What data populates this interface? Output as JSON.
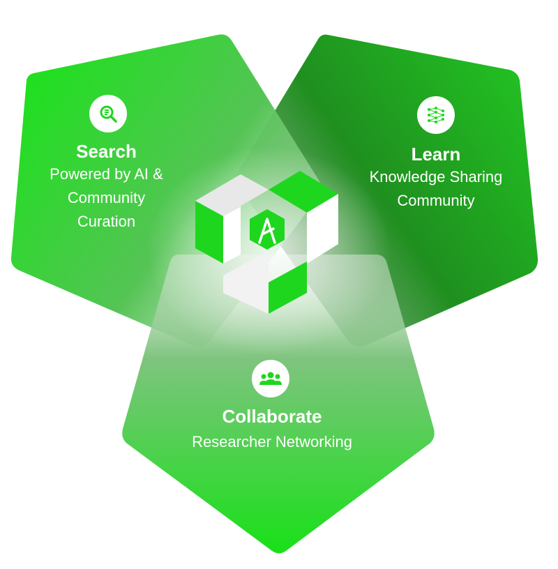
{
  "colors": {
    "brand_green": "#1fd61f",
    "dark_green": "#1f8f1f",
    "white": "#ffffff",
    "cube_grey": "#e6e6e6"
  },
  "logo": {
    "letter": "A"
  },
  "search": {
    "title": "Search",
    "lines": [
      "Powered by AI &",
      "Community",
      "Curation"
    ],
    "icon": "search-icon"
  },
  "learn": {
    "title": "Learn",
    "lines": [
      "Knowledge Sharing",
      "Community"
    ],
    "icon": "network-icon"
  },
  "collaborate": {
    "title": "Collaborate",
    "lines": [
      "Researcher Networking"
    ],
    "icon": "people-icon"
  }
}
